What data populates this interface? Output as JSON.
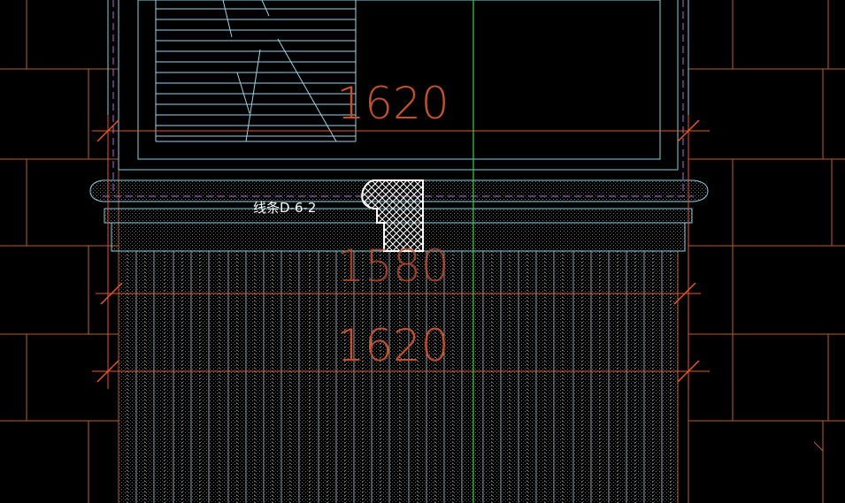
{
  "drawing": {
    "colors": {
      "background": "#000000",
      "brick": "#b8602a",
      "dimension": "#e8562a",
      "dimension_text": "#c4502c",
      "cyan": "#7fd3e0",
      "stair_line": "#9ad4e8",
      "purple_dash": "#b96ad8",
      "axis": "#2bd43a",
      "profile": "#ffffff",
      "hatch_dots": "#6d7b83",
      "label": "#ffffff"
    },
    "dimensions": {
      "top": "1620",
      "middle": "1580",
      "bottom": "1620"
    },
    "profile_label": "线条D-6-2"
  }
}
